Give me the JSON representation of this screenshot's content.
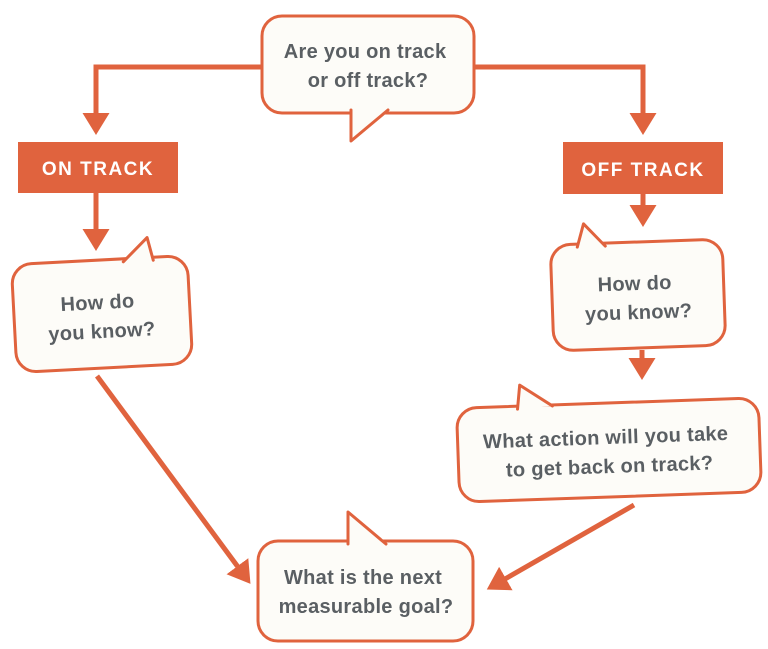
{
  "title": "Are you on track flowchart",
  "colors": {
    "accent_orange": "#E0633E",
    "bubble_fill": "#FDFCF8",
    "bubble_text": "#5A5F63",
    "box_label_text": "#FFFFFF",
    "background": "#FFFFFF"
  },
  "nodes": {
    "question": {
      "lines": [
        "Are you on track",
        "or off track?"
      ]
    },
    "on_track": {
      "label": "ON TRACK"
    },
    "off_track": {
      "label": "OFF TRACK"
    },
    "how_know_left": {
      "lines": [
        "How do",
        "you know?"
      ]
    },
    "how_know_right": {
      "lines": [
        "How do",
        "you know?"
      ]
    },
    "action": {
      "lines": [
        "What action will you take",
        "to get back on track?"
      ]
    },
    "goal": {
      "lines": [
        "What is the next",
        "measurable goal?"
      ]
    }
  }
}
